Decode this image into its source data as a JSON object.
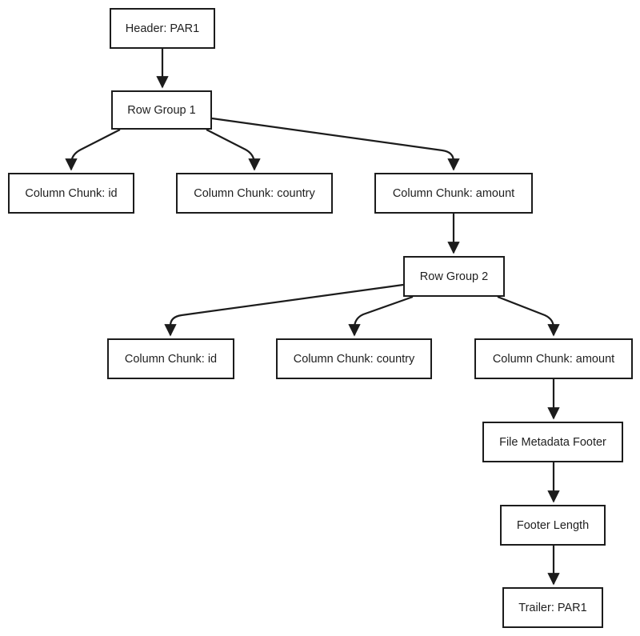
{
  "nodes": {
    "header": "Header: PAR1",
    "row_group_1": "Row Group 1",
    "rg1_col_id": "Column Chunk: id",
    "rg1_col_country": "Column Chunk: country",
    "rg1_col_amount": "Column Chunk: amount",
    "row_group_2": "Row Group 2",
    "rg2_col_id": "Column Chunk: id",
    "rg2_col_country": "Column Chunk: country",
    "rg2_col_amount": "Column Chunk: amount",
    "file_metadata_footer": "File Metadata Footer",
    "footer_length": "Footer Length",
    "trailer": "Trailer: PAR1"
  },
  "edges": [
    {
      "from": "header",
      "to": "row_group_1"
    },
    {
      "from": "row_group_1",
      "to": "rg1_col_id"
    },
    {
      "from": "row_group_1",
      "to": "rg1_col_country"
    },
    {
      "from": "row_group_1",
      "to": "rg1_col_amount"
    },
    {
      "from": "rg1_col_amount",
      "to": "row_group_2"
    },
    {
      "from": "row_group_2",
      "to": "rg2_col_id"
    },
    {
      "from": "row_group_2",
      "to": "rg2_col_country"
    },
    {
      "from": "row_group_2",
      "to": "rg2_col_amount"
    },
    {
      "from": "rg2_col_amount",
      "to": "file_metadata_footer"
    },
    {
      "from": "file_metadata_footer",
      "to": "footer_length"
    },
    {
      "from": "footer_length",
      "to": "trailer"
    }
  ],
  "colors": {
    "stroke": "#1c1c1c",
    "text": "#1f1f1f",
    "background": "#ffffff"
  }
}
